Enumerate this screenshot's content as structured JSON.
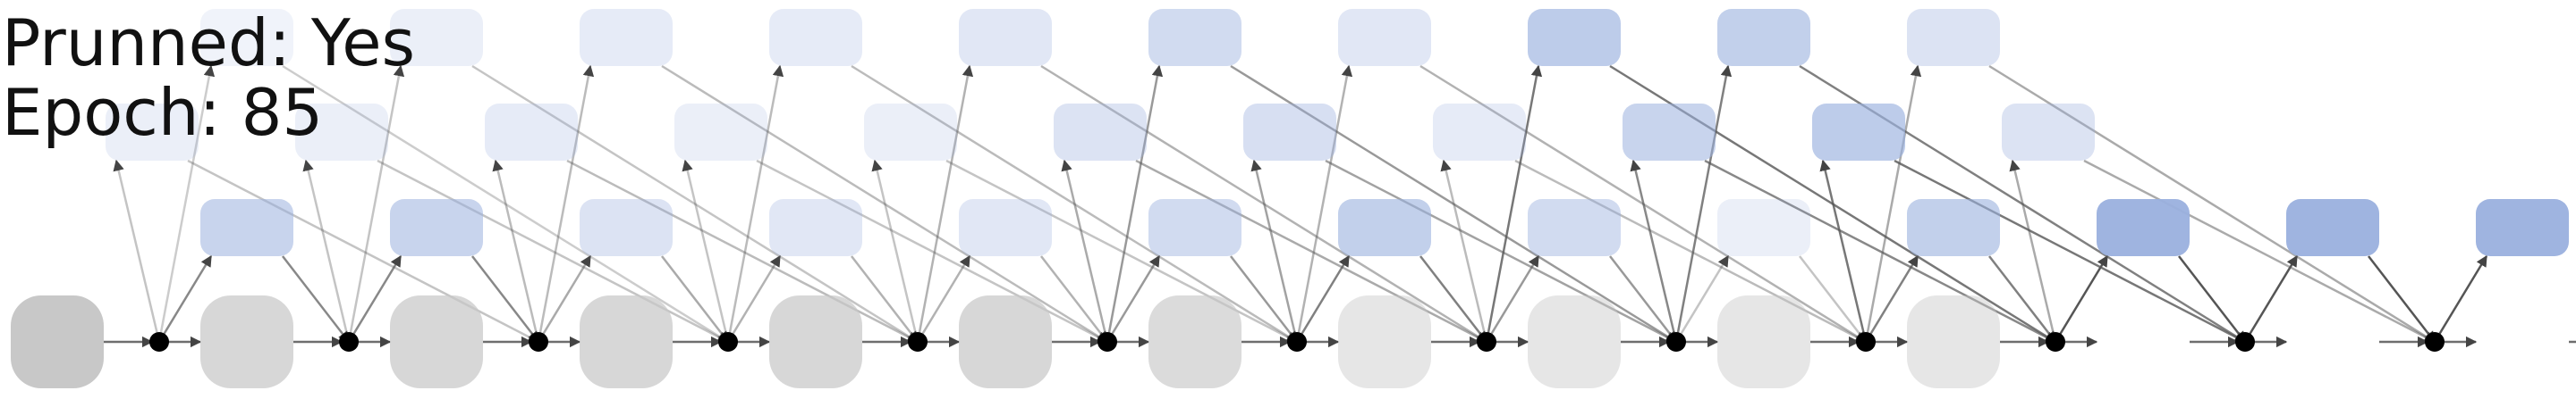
{
  "labels": {
    "pruned_label": "Prunned:",
    "pruned_value": "Yes",
    "epoch_label": "Epoch:",
    "epoch_value": "85"
  },
  "diagram": {
    "columns": 13,
    "levels": 3,
    "colors": {
      "primary_node": "#c8c8c8",
      "branch_node": "#9ab0de",
      "junction": "#000000",
      "edge": "#555555"
    },
    "chain_node_opacity": [
      1.0,
      0.72,
      0.72,
      0.72,
      0.72,
      0.72,
      0.65,
      0.45,
      0.45,
      0.45,
      0.45,
      0.0,
      0.0,
      0.0,
      1.0
    ],
    "branch_node_opacity": {
      "level1": [
        0.55,
        0.55,
        0.35,
        0.3,
        0.3,
        0.45,
        0.6,
        0.45,
        0.2,
        0.6,
        0.95,
        0.95,
        0.95
      ],
      "level2": [
        0.2,
        0.2,
        0.25,
        0.2,
        0.2,
        0.35,
        0.4,
        0.25,
        0.55,
        0.65,
        0.35,
        0.0,
        0.0
      ],
      "level3": [
        0.15,
        0.2,
        0.25,
        0.25,
        0.3,
        0.45,
        0.3,
        0.65,
        0.6,
        0.35,
        0.0,
        0.0,
        0.0
      ]
    }
  }
}
